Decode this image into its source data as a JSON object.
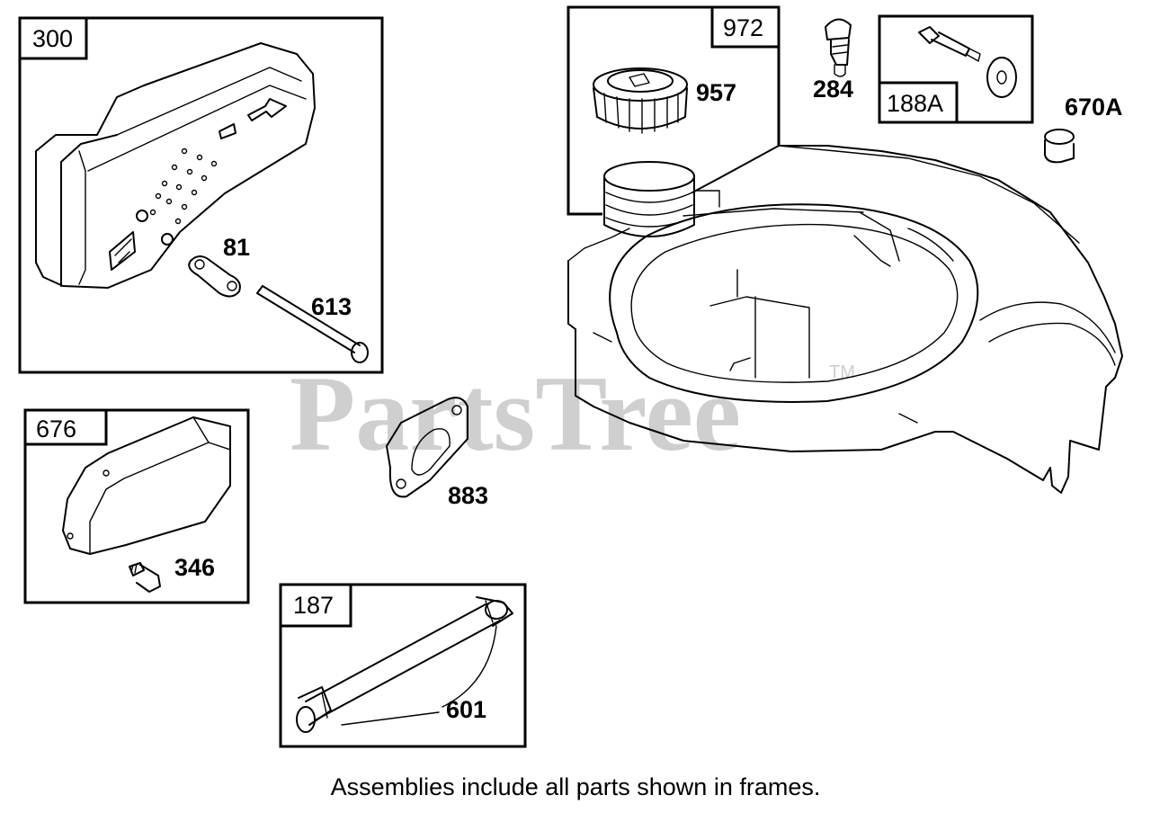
{
  "watermark": {
    "brand": "PartsTree",
    "trademark": "TM"
  },
  "frames": [
    {
      "id": "300",
      "contains": [
        "81",
        "613"
      ]
    },
    {
      "id": "676",
      "contains": [
        "346"
      ]
    },
    {
      "id": "187",
      "contains": [
        "601"
      ]
    },
    {
      "id": "972",
      "contains": [
        "957"
      ]
    },
    {
      "id": "188A",
      "contains": []
    }
  ],
  "labels": {
    "f300": "300",
    "p81": "81",
    "p613": "613",
    "f676": "676",
    "p346": "346",
    "f187": "187",
    "p601": "601",
    "p883": "883",
    "f972": "972",
    "p957": "957",
    "p284": "284",
    "f188A": "188A",
    "p670A": "670A"
  },
  "caption": "Assemblies include all parts shown in frames."
}
